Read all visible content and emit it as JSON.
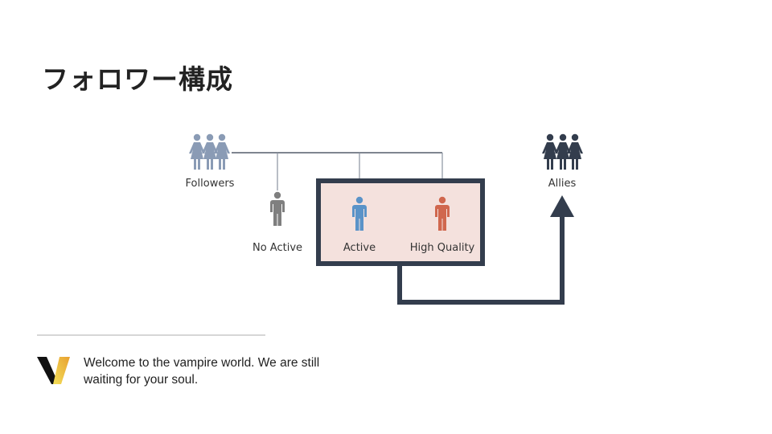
{
  "title": "フォロワー構成",
  "diagram": {
    "followers_label": "Followers",
    "no_active_label": "No Active",
    "active_label": "Active",
    "high_quality_label": "High Quality",
    "allies_label": "Allies",
    "colors": {
      "followers": "#8a9bb5",
      "no_active": "#7f7f7f",
      "active": "#5a93c8",
      "high_quality": "#d0674e",
      "allies": "#333d4d",
      "box_fill": "#f4e1dd",
      "box_border": "#333d4d"
    }
  },
  "footer": {
    "caption_line1": "Welcome to the vampire world. We are still",
    "caption_line2": "waiting for your soul."
  }
}
